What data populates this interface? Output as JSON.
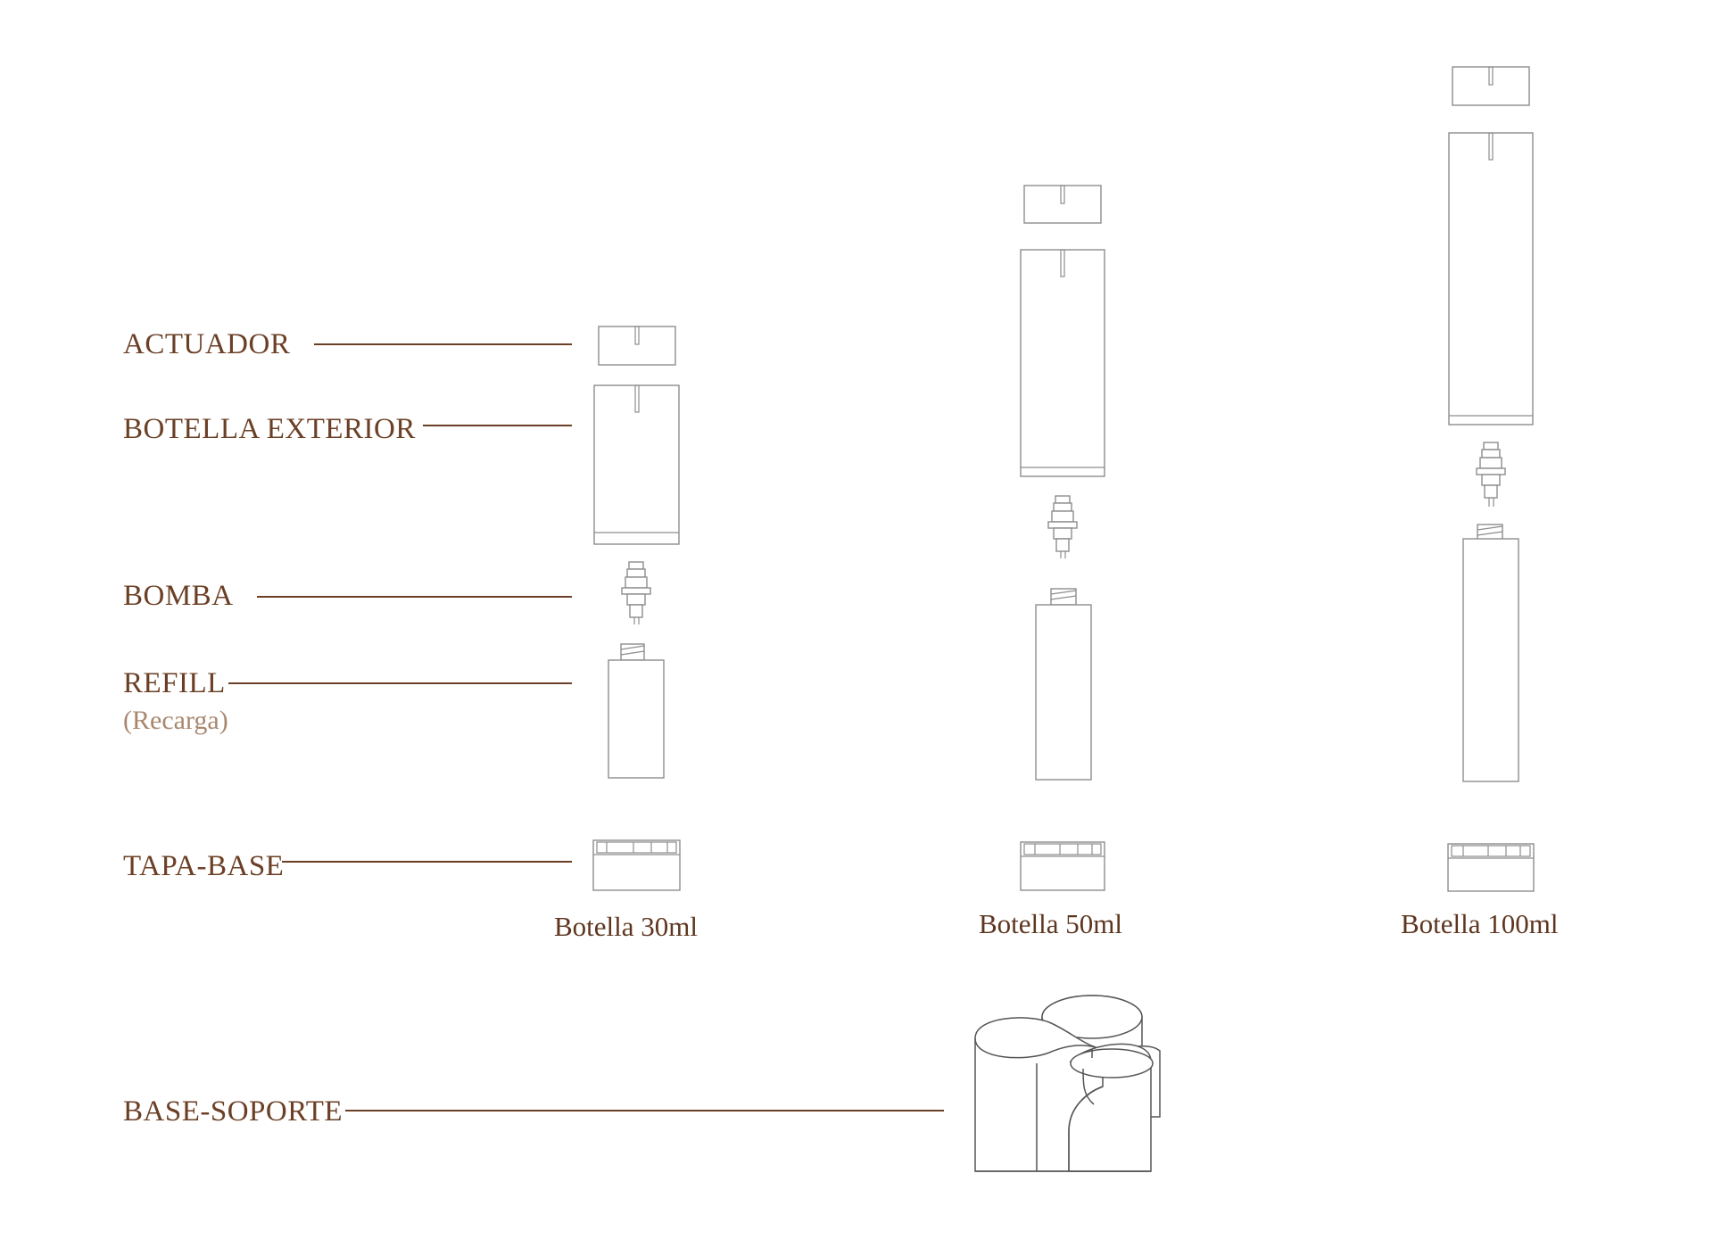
{
  "components": {
    "actuador": "ACTUADOR",
    "botella_exterior": "BOTELLA EXTERIOR",
    "bomba": "BOMBA",
    "refill": "REFILL",
    "refill_sub": "(Recarga)",
    "tapa_base": "TAPA-BASE",
    "base_soporte": "BASE-SOPORTE"
  },
  "bottles": [
    {
      "caption": "Botella 30ml"
    },
    {
      "caption": "Botella 50ml"
    },
    {
      "caption": "Botella 100ml"
    }
  ],
  "colors": {
    "label": "#6b3f25",
    "sublabel": "#a8876f",
    "outline": "#8d8d8d"
  }
}
